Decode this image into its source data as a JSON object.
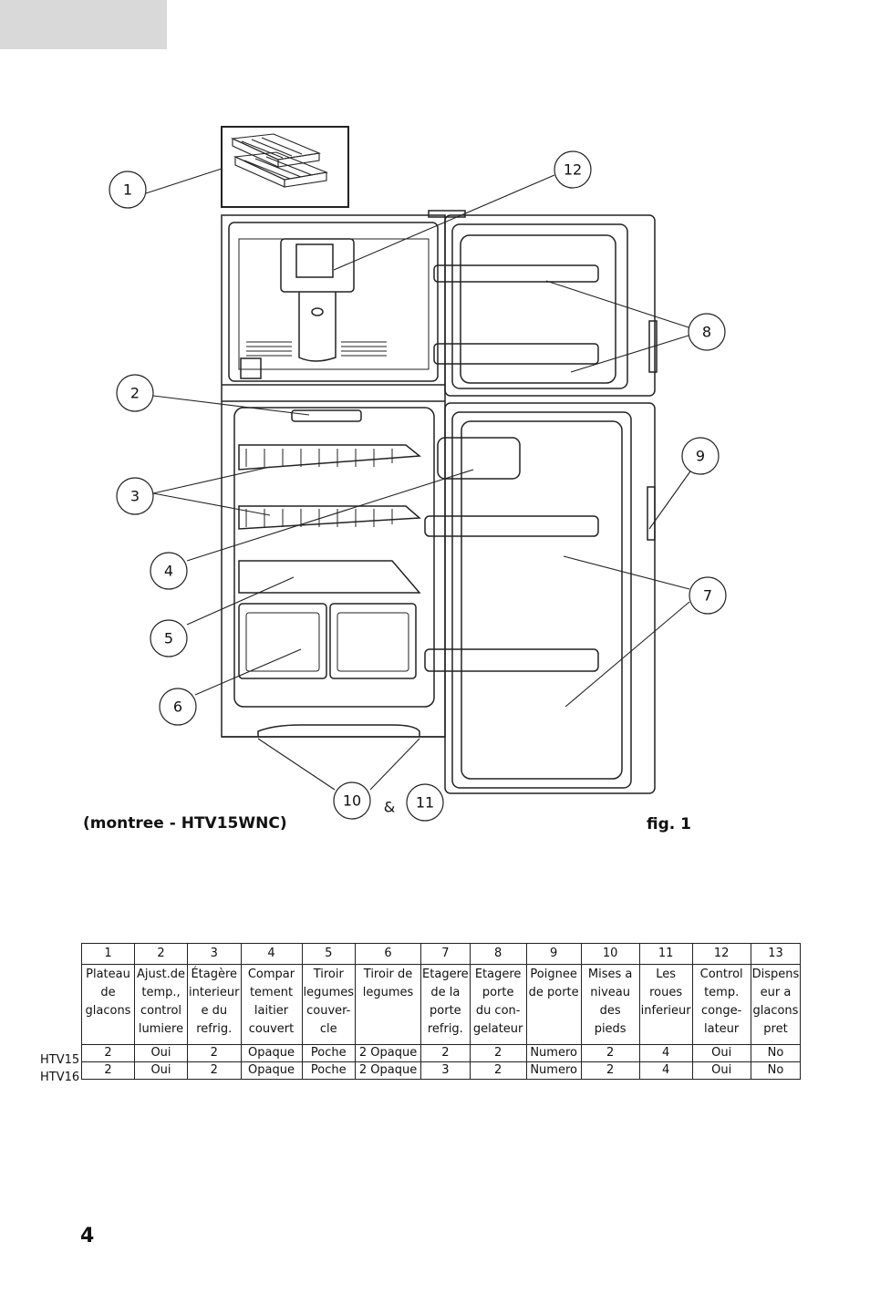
{
  "figure": {
    "callouts": [
      "1",
      "2",
      "3",
      "4",
      "5",
      "6",
      "7",
      "8",
      "9",
      "10",
      "11",
      "12"
    ],
    "ampersand": "&",
    "model_caption": "(montree - HTV15WNC)",
    "fig_label": "fig. 1"
  },
  "spec_table": {
    "columns": [
      "1",
      "2",
      "3",
      "4",
      "5",
      "6",
      "7",
      "8",
      "9",
      "10",
      "11",
      "12",
      "13"
    ],
    "descriptions": [
      "Plateau\nde\nglacons",
      "Ajust.de\ntemp.,\ncontrol\nlumiere",
      "Étagère\ninterieur\ne du\nrefrig.",
      "Compar\ntement\nlaitier\ncouvert",
      "Tiroir\nlegumes\ncouver-\ncle",
      "Tiroir de\nlegumes",
      "Etagere\nde la\nporte\nrefrig.",
      "Etagere\nporte\ndu con-\ngelateur",
      "Poignee\nde porte",
      "Mises a\nniveau\ndes\npieds",
      "Les\nroues\ninferieur",
      "Control\ntemp.\nconge-\nlateur",
      "Dispens\neur a\nglacons\npret"
    ],
    "rows": [
      {
        "model": "HTV15",
        "values": [
          "2",
          "Oui",
          "2",
          "Opaque",
          "Poche",
          "2 Opaque",
          "2",
          "2",
          "Numero",
          "2",
          "4",
          "Oui",
          "No"
        ]
      },
      {
        "model": "HTV16",
        "values": [
          "2",
          "Oui",
          "2",
          "Opaque",
          "Poche",
          "2 Opaque",
          "3",
          "2",
          "Numero",
          "2",
          "4",
          "Oui",
          "No"
        ]
      }
    ]
  },
  "page_number": "4"
}
